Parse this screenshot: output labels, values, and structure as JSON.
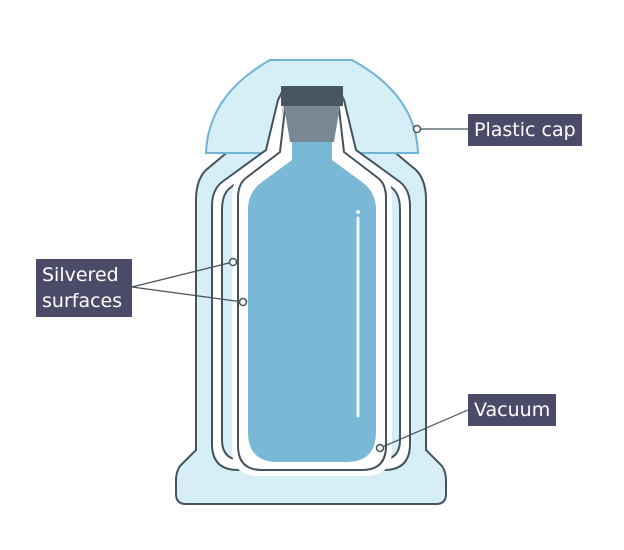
{
  "labels": {
    "plastic_cap": "Plastic cap",
    "vacuum": "Vacuum",
    "silvered_line1": "Silvered",
    "silvered_line2": "surfaces"
  },
  "colors": {
    "outer_fill": "#d6eef5",
    "outline": "#45535f",
    "cap_outline": "#6fb3d8",
    "liquid": "#7ab8d8",
    "stopper_top": "#4a5562",
    "stopper_body": "#7a8795",
    "label_bg": "#4b4a69",
    "label_text": "#ffffff",
    "leader": "#45535f"
  }
}
